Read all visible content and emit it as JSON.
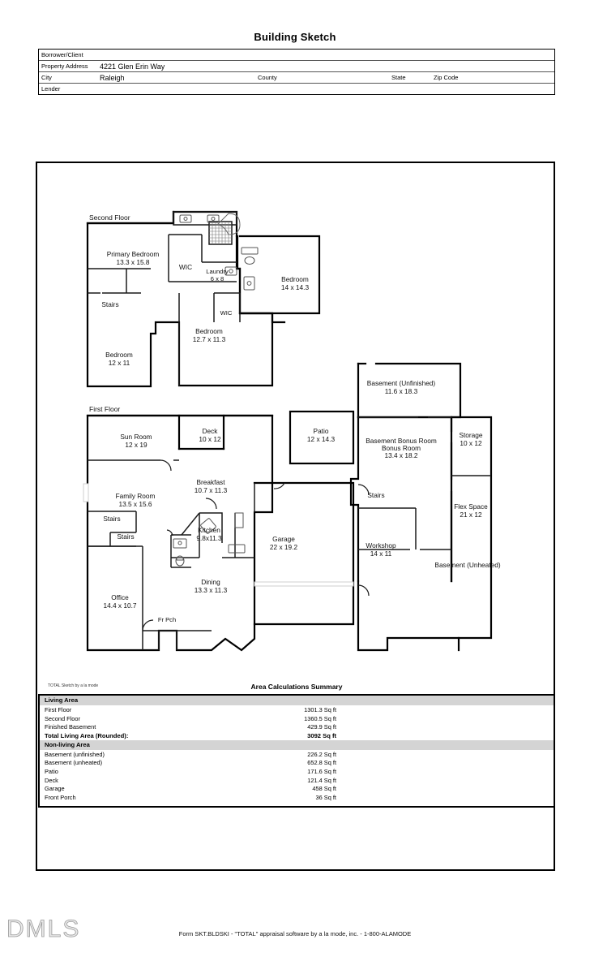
{
  "document": {
    "title": "Building Sketch",
    "footer_form": "Form SKT.BLDSKI - \"TOTAL\" appraisal software by a la mode, inc. - 1-800-ALAMODE",
    "watermark": "DMLS"
  },
  "header": {
    "rows": [
      {
        "label": "Borrower/Client",
        "value": ""
      },
      {
        "label": "Property Address",
        "value": "4221 Glen Erin Way"
      },
      {
        "label": "City",
        "value": "Raleigh",
        "label2": "County",
        "value2": "",
        "label3": "State",
        "value3": "",
        "label4": "Zip Code",
        "value4": ""
      },
      {
        "label": "Lender",
        "value": ""
      }
    ]
  },
  "sketch": {
    "floors": [
      {
        "caption": "Second Floor"
      },
      {
        "caption": "First Floor"
      }
    ],
    "second_floor_rooms": [
      {
        "name": "Primary Bedroom",
        "dims": "13.3 x 15.8"
      },
      {
        "name": "WIC",
        "dims": ""
      },
      {
        "name": "Laundry",
        "dims": "6 x 8"
      },
      {
        "name": "Bedroom",
        "dims": "14 x 14.3"
      },
      {
        "name": "Stairs",
        "dims": ""
      },
      {
        "name": "WIC",
        "dims": ""
      },
      {
        "name": "Bedroom",
        "dims": "12.7 x 11.3"
      },
      {
        "name": "Bedroom",
        "dims": "12 x 11"
      }
    ],
    "first_floor_rooms": [
      {
        "name": "Sun Room",
        "dims": "12 x 19"
      },
      {
        "name": "Deck",
        "dims": "10 x 12"
      },
      {
        "name": "Patio",
        "dims": "12 x 14.3"
      },
      {
        "name": "Breakfast",
        "dims": "10.7 x 11.3"
      },
      {
        "name": "Family Room",
        "dims": "13.5 x 15.6"
      },
      {
        "name": "Kitchen",
        "dims": "9.8x11.3"
      },
      {
        "name": "Garage",
        "dims": "22 x 19.2"
      },
      {
        "name": "Stairs",
        "dims": ""
      },
      {
        "name": "Stairs",
        "dims": ""
      },
      {
        "name": "Dining",
        "dims": "13.3 x 11.3"
      },
      {
        "name": "Office",
        "dims": "14.4 x 10.7"
      },
      {
        "name": "Fr Pch",
        "dims": ""
      }
    ],
    "basement_rooms": [
      {
        "name": "Basement (Unfinished)",
        "dims": "11.6 x 18.3"
      },
      {
        "name": "Basement Bonus Room",
        "dims": "13.4 x 18.2"
      },
      {
        "name": "Storage",
        "dims": "10 x 12"
      },
      {
        "name": "Flex Space",
        "dims": "21 x 12"
      },
      {
        "name": "Stairs",
        "dims": ""
      },
      {
        "name": "Workshop",
        "dims": "14 x 11"
      },
      {
        "name": "Basement (Unheated)",
        "dims": ""
      }
    ]
  },
  "summary": {
    "credit": "TOTAL Sketch by a la mode",
    "title": "Area Calculations Summary",
    "sections": [
      {
        "heading": "Living Area",
        "rows": [
          {
            "name": "First Floor",
            "value": "1301.3 Sq ft"
          },
          {
            "name": "Second Floor",
            "value": "1360.5 Sq ft"
          },
          {
            "name": "Finished Basement",
            "value": "429.9 Sq ft"
          },
          {
            "name": "Total Living Area (Rounded):",
            "value": "3092 Sq ft",
            "total": true
          }
        ]
      },
      {
        "heading": "Non-living Area",
        "rows": [
          {
            "name": "Basement (unfinished)",
            "value": "226.2 Sq ft"
          },
          {
            "name": "Basement (unheated)",
            "value": "652.8 Sq ft"
          },
          {
            "name": "Patio",
            "value": "171.6 Sq ft"
          },
          {
            "name": "Deck",
            "value": "121.4 Sq ft"
          },
          {
            "name": "Garage",
            "value": "458 Sq ft"
          },
          {
            "name": "Front Porch",
            "value": "36 Sq ft"
          }
        ]
      }
    ]
  }
}
